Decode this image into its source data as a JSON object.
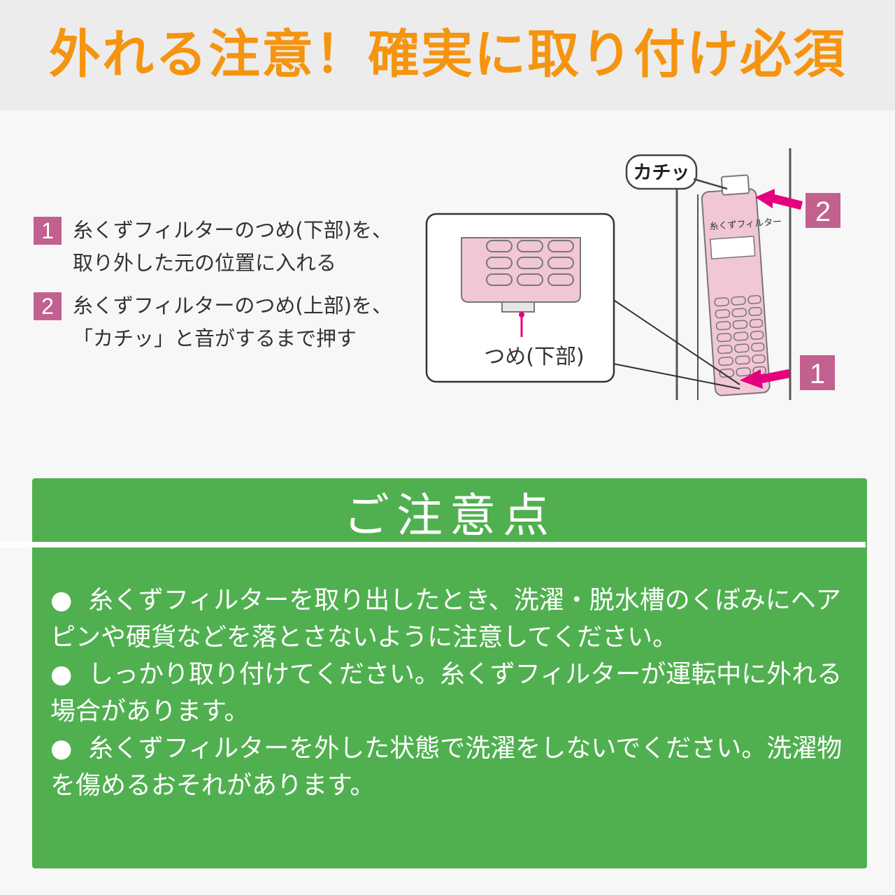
{
  "header": {
    "headline": "外れる注意！確実に取り付け必須"
  },
  "steps": [
    {
      "number": "1",
      "text": "糸くずフィルターのつめ(下部)を、\n取り外した元の位置に入れる"
    },
    {
      "number": "2",
      "text": "糸くずフィルターのつめ(上部)を、\n「カチッ」と音がするまで押す"
    }
  ],
  "illustration": {
    "click_label": "カチッ",
    "filter_label": "糸くずフィルター",
    "claw_label": "つめ(下部)",
    "marker_1": "1",
    "marker_2": "2"
  },
  "notice": {
    "title": "ご注意点",
    "bullet_symbol": "●",
    "items": [
      "糸くずフィルターを取り出したとき、洗濯・脱水槽のくぼみにヘアピンや硬貨などを落とさないように注意してください。",
      "しっかり取り付けてください。糸くずフィルターが運転中に外れる場合があります。",
      "糸くずフィルターを外した状態で洗濯をしないでください。洗濯物を傷めるおそれがあります。"
    ]
  },
  "colors": {
    "headline": "#f5940f",
    "badge": "#c2608f",
    "arrow": "#e5007e",
    "filter_body": "#f1c6d6",
    "notice_bg": "#50b050"
  }
}
